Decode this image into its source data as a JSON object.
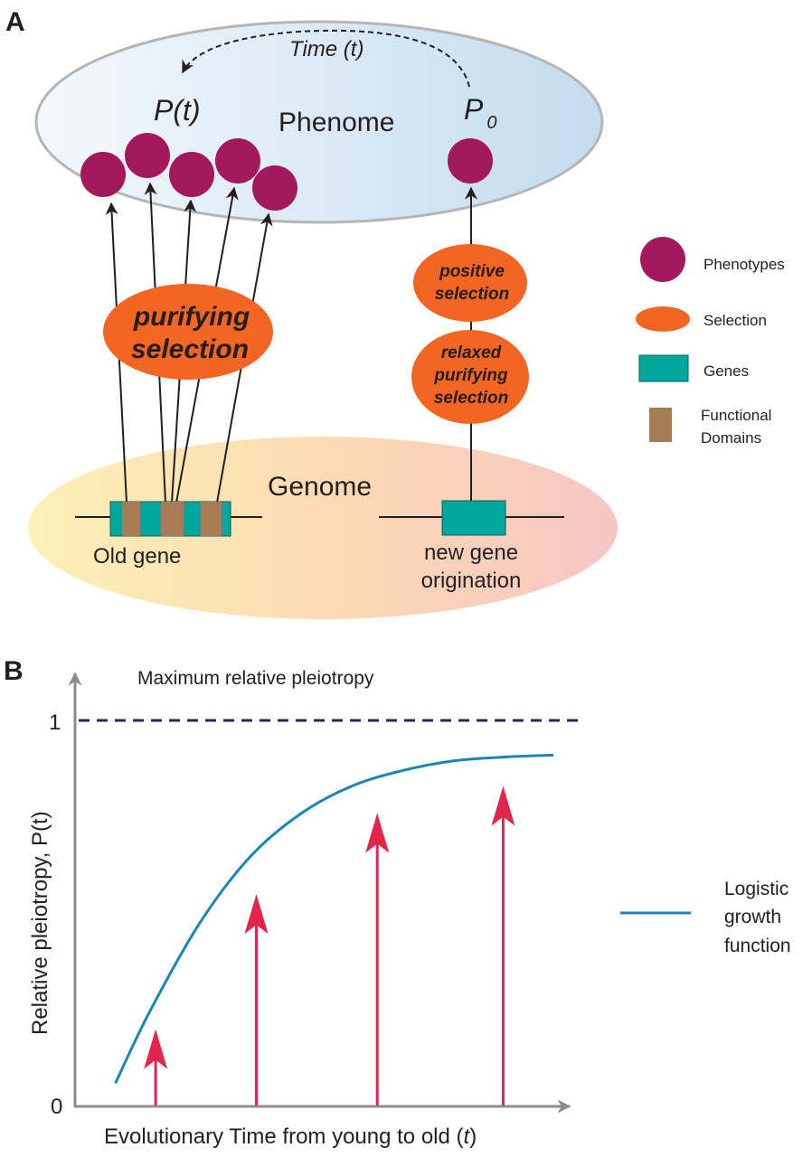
{
  "panel_a": {
    "label": "A",
    "phenome_label": "Phenome",
    "genome_label": "Genome",
    "time_label": "Time (t)",
    "pt_label": "P(t)",
    "p0_label": "P",
    "p0_sub": "0",
    "old_gene_label": "Old gene",
    "new_gene_line1": "new gene",
    "new_gene_line2": "origination",
    "purifying_line1": "purifying",
    "purifying_line2": "selection",
    "positive_line1": "positive",
    "positive_line2": "selection",
    "relaxed_line1": "relaxed",
    "relaxed_line2": "purifying",
    "relaxed_line3": "selection",
    "old_gene_phenotype_count": 5,
    "new_gene_phenotype_count": 1,
    "legend": [
      {
        "label": "Phenotypes",
        "icon": "phenotype-circle-icon",
        "color": "#a3195b"
      },
      {
        "label": "Selection",
        "icon": "selection-ellipse-icon",
        "color": "#f26522"
      },
      {
        "label": "Genes",
        "icon": "gene-rect-icon",
        "color": "#00a79d"
      },
      {
        "label_line1": "Functional",
        "label_line2": "Domains",
        "icon": "domain-rect-icon",
        "color": "#a67c52"
      }
    ],
    "colors": {
      "phenotype": "#a3195b",
      "selection": "#f26522",
      "gene": "#00a79d",
      "domain": "#a67c52",
      "phenome_fill_left": "#f4f8fc",
      "phenome_fill_right": "#c3dcee",
      "genome_fill_left": "#fdf0b5",
      "genome_fill_right": "#f8c5c3"
    }
  },
  "panel_b": {
    "label": "B",
    "max_label": "Maximum relative pleiotropy",
    "legend_line1": "Logistic",
    "legend_line2": "growth",
    "legend_line3": "function"
  },
  "chart_data": {
    "type": "line",
    "title": "Maximum relative pleiotropy",
    "xlabel": "Evolutionary Time from young to old (t)",
    "ylabel": "Relative pleiotropy, P(t)",
    "yticks": [
      "0",
      "1"
    ],
    "ylim": [
      0,
      1
    ],
    "xlim": [
      0,
      1
    ],
    "grid": false,
    "legend": {
      "position": "right",
      "entries": [
        "Logistic growth function"
      ]
    },
    "reference_line": {
      "y": 1.0,
      "style": "dashed",
      "color": "#1f2d55"
    },
    "series": [
      {
        "name": "Logistic growth function",
        "color": "#1a86b8",
        "x": [
          0.08,
          0.15,
          0.25,
          0.35,
          0.45,
          0.55,
          0.65,
          0.75,
          0.85,
          0.95
        ],
        "y": [
          0.06,
          0.25,
          0.48,
          0.65,
          0.76,
          0.83,
          0.87,
          0.895,
          0.905,
          0.91
        ]
      }
    ],
    "arrows": {
      "color": "#e4254b",
      "x": [
        0.16,
        0.36,
        0.6,
        0.85
      ],
      "y": [
        0.2,
        0.55,
        0.76,
        0.83
      ]
    }
  }
}
